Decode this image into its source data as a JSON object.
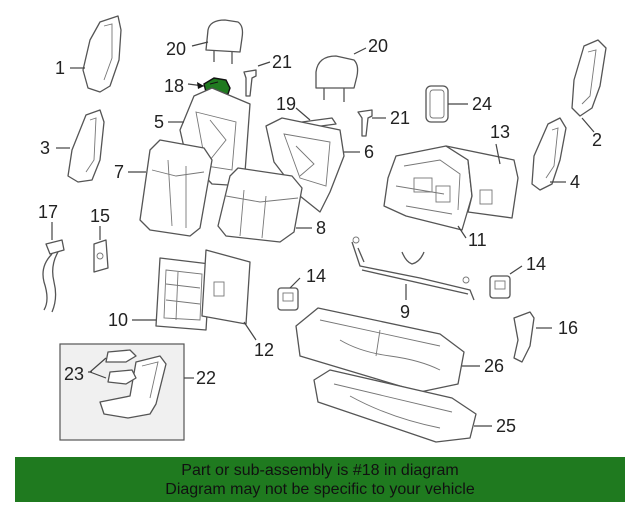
{
  "callouts": {
    "c1": "1",
    "c2": "2",
    "c3": "3",
    "c4": "4",
    "c5": "5",
    "c6": "6",
    "c7": "7",
    "c8": "8",
    "c9": "9",
    "c10": "10",
    "c11": "11",
    "c12": "12",
    "c13": "13",
    "c14a": "14",
    "c14b": "14",
    "c15": "15",
    "c16": "16",
    "c17": "17",
    "c18": "18",
    "c19": "19",
    "c20a": "20",
    "c20b": "20",
    "c21a": "21",
    "c21b": "21",
    "c22": "22",
    "c23": "23",
    "c24": "24",
    "c25": "25",
    "c26": "26"
  },
  "highlight_color": "#1f7a1f",
  "banner": {
    "line1": "Part or sub-assembly is #18 in diagram",
    "line2": "Diagram may not be specific to your vehicle"
  }
}
